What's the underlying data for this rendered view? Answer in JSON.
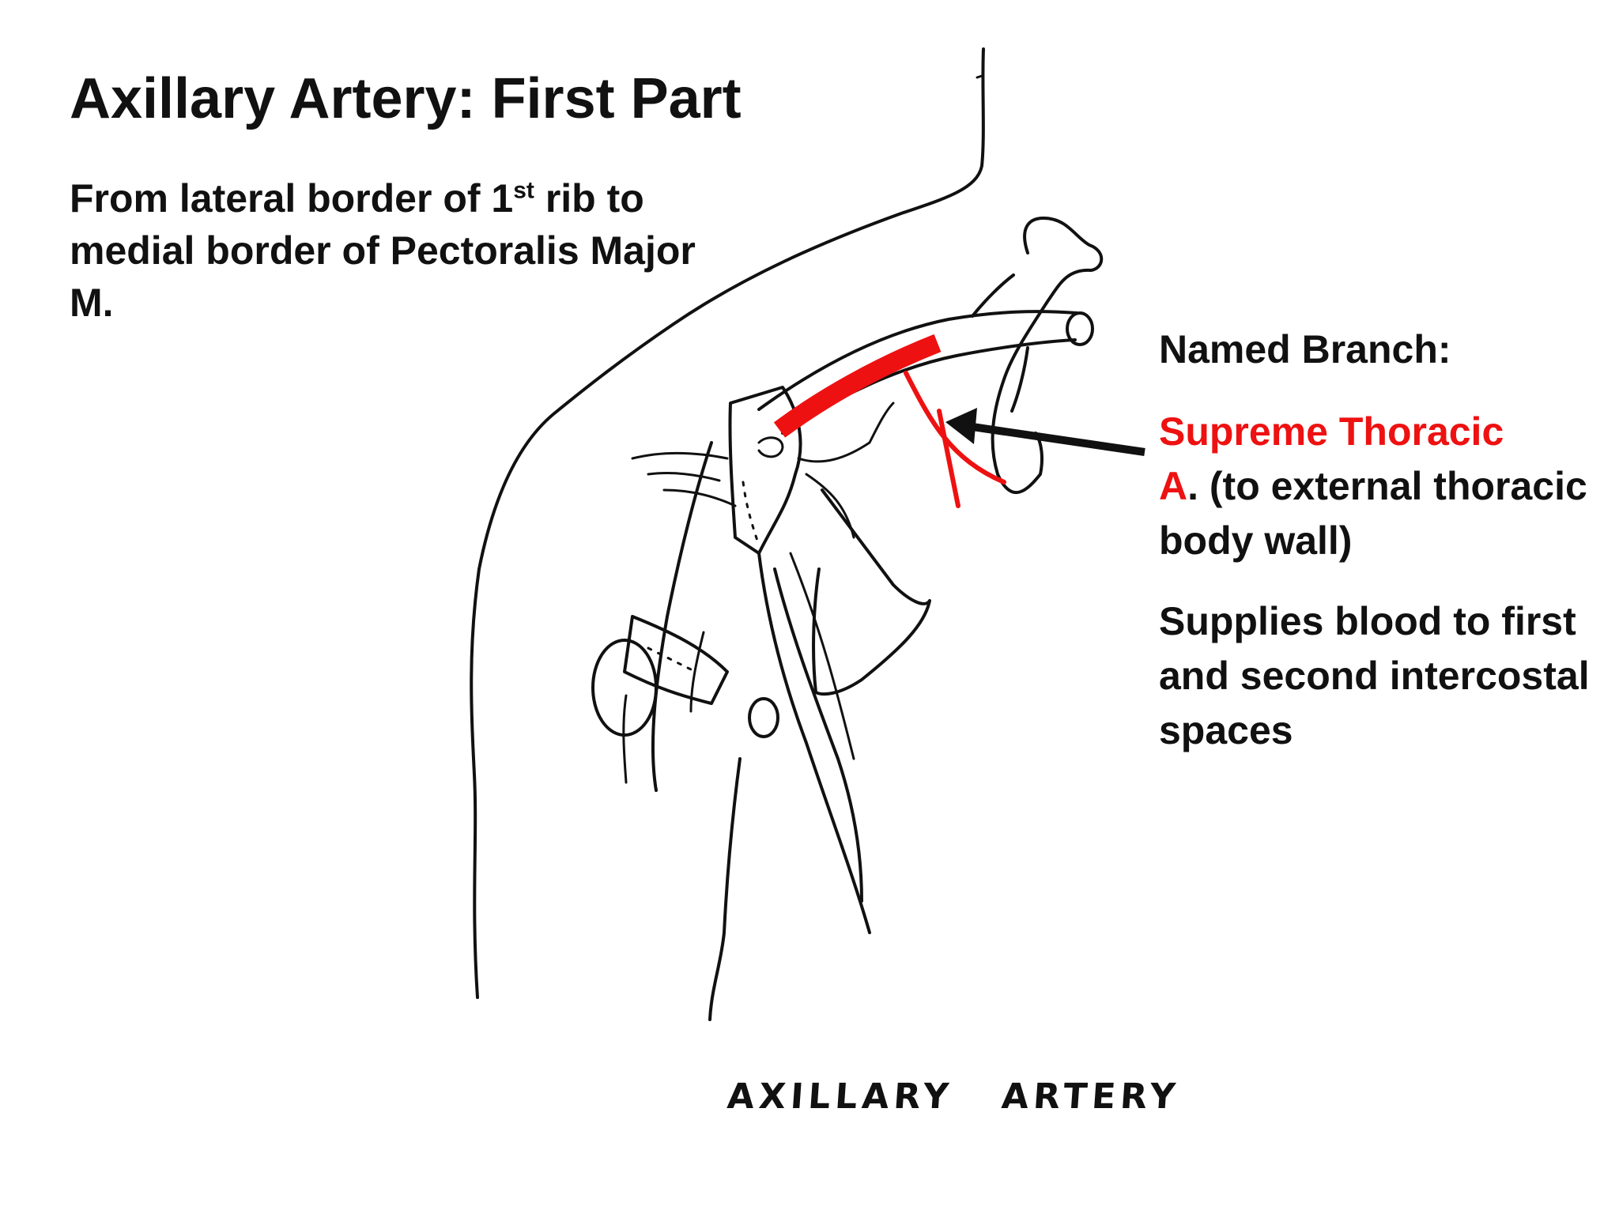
{
  "title": "Axillary Artery: First Part",
  "definition": {
    "line1_before": "From lateral border of 1",
    "line1_sup": "st",
    "line1_after": " rib to",
    "line2": "medial border of Pectoralis Major",
    "line3": "M."
  },
  "branch": {
    "heading": "Named Branch:",
    "name_red_1": "Supreme Thoracic",
    "name_red_2": "A",
    "name_rest": ". (to external thoracic body wall)"
  },
  "supply_note": "Supplies blood to first and second intercostal spaces",
  "caption": "AXILLARY ARTERY",
  "colors": {
    "highlight": "#ee1111",
    "ink": "#111111",
    "background": "#ffffff"
  }
}
